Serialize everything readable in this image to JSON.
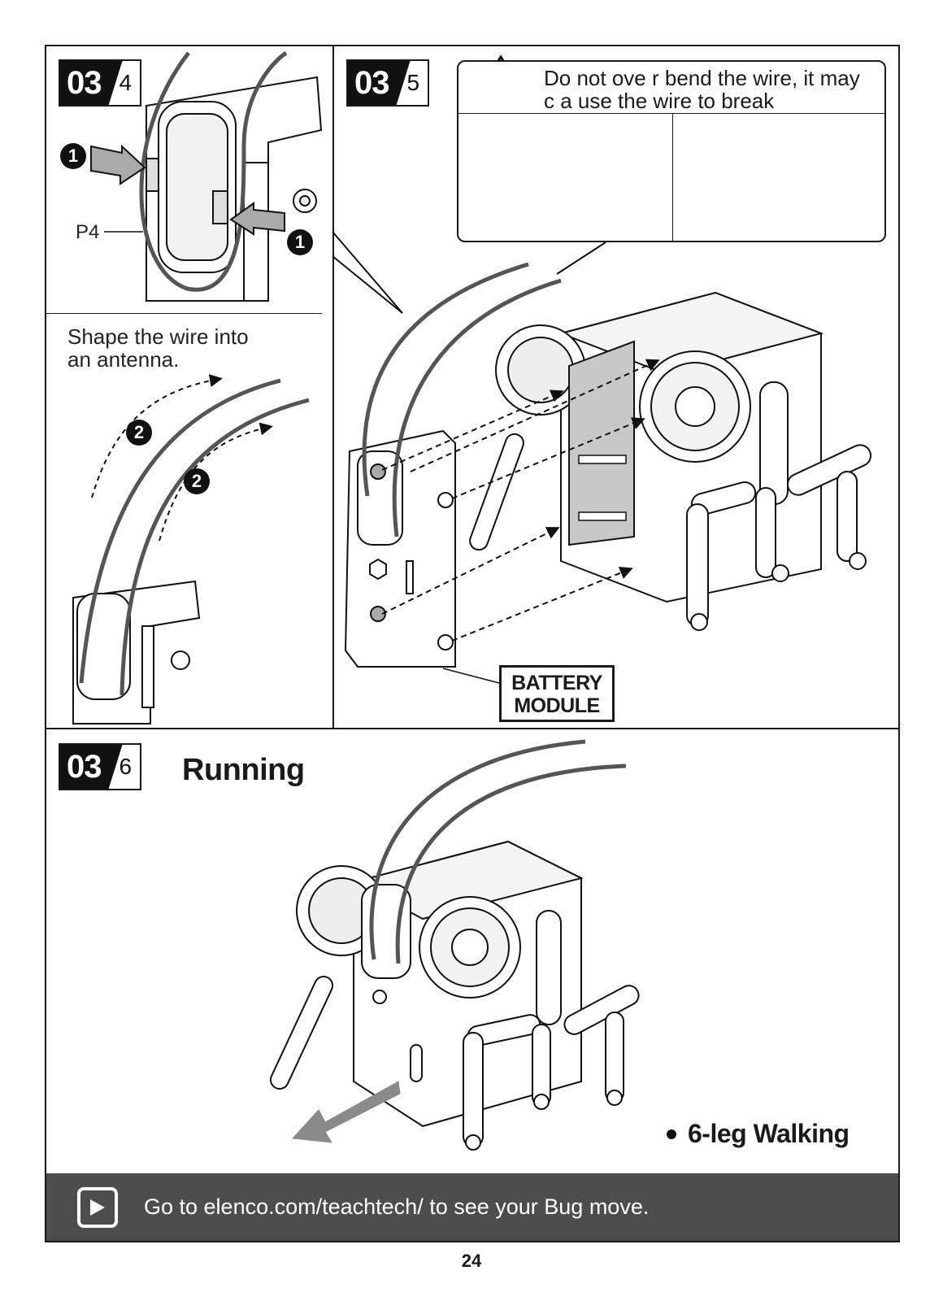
{
  "steps": {
    "s4": {
      "major": "03",
      "minor": "4"
    },
    "s5": {
      "major": "03",
      "minor": "5"
    },
    "s6": {
      "major": "03",
      "minor": "6"
    }
  },
  "step4": {
    "callout_1": "1",
    "callout_2": "2",
    "part_label": "P4",
    "instruction_line1": "Shape the wire into",
    "instruction_line2": "an antenna."
  },
  "step5": {
    "warning_line1": "Do not ove r bend the wire, it may",
    "warning_line2": "c a use  the wire to break",
    "battery_label_line1": "BATTERY",
    "battery_label_line2": "MODULE"
  },
  "step6": {
    "title": "Running",
    "mode": "6-leg Walking"
  },
  "footer": {
    "text": "Go to elenco.com/teachtech/ to see your Bug move.",
    "page_number": "24"
  },
  "icons": {
    "warning": "warning-icon",
    "check": "check-icon",
    "cross": "cross-icon",
    "play": "play-icon"
  },
  "colors": {
    "footer_bar": "#4d4d4d",
    "battery_panel": "#c8c8c8",
    "wire": "#555555"
  }
}
